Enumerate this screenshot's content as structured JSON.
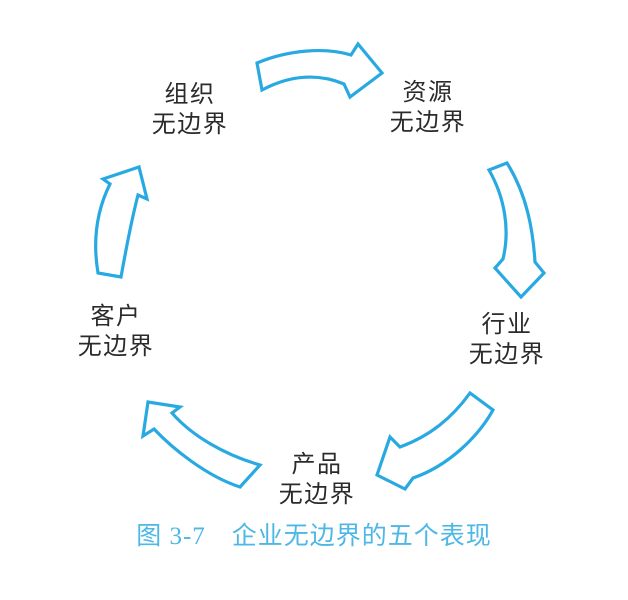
{
  "figure": {
    "type": "cycle-diagram",
    "caption": {
      "label": "图 3-7",
      "title": "企业无边界的五个表现"
    },
    "nodes": [
      {
        "id": "organization",
        "line1": "组织",
        "line2": "无边界"
      },
      {
        "id": "resource",
        "line1": "资源",
        "line2": "无边界"
      },
      {
        "id": "industry",
        "line1": "行业",
        "line2": "无边界"
      },
      {
        "id": "product",
        "line1": "产品",
        "line2": "无边界"
      },
      {
        "id": "customer",
        "line1": "客户",
        "line2": "无边界"
      }
    ],
    "arrows": [
      {
        "name": "arrow-organization-to-resource",
        "from": "组织无边界",
        "to": "资源无边界",
        "direction": "right"
      },
      {
        "name": "arrow-resource-to-industry",
        "from": "资源无边界",
        "to": "行业无边界",
        "direction": "down"
      },
      {
        "name": "arrow-industry-to-product",
        "from": "行业无边界",
        "to": "产品无边界",
        "direction": "down-left"
      },
      {
        "name": "arrow-product-to-customer",
        "from": "产品无边界",
        "to": "客户无边界",
        "direction": "up-left"
      },
      {
        "name": "arrow-customer-to-organization",
        "from": "客户无边界",
        "to": "组织无边界",
        "direction": "up"
      }
    ],
    "colors": {
      "arrow": "#29A9E1",
      "caption": "#4DB8E5",
      "label_text": "#2B2B2B",
      "background": "#FFFFFF"
    }
  }
}
